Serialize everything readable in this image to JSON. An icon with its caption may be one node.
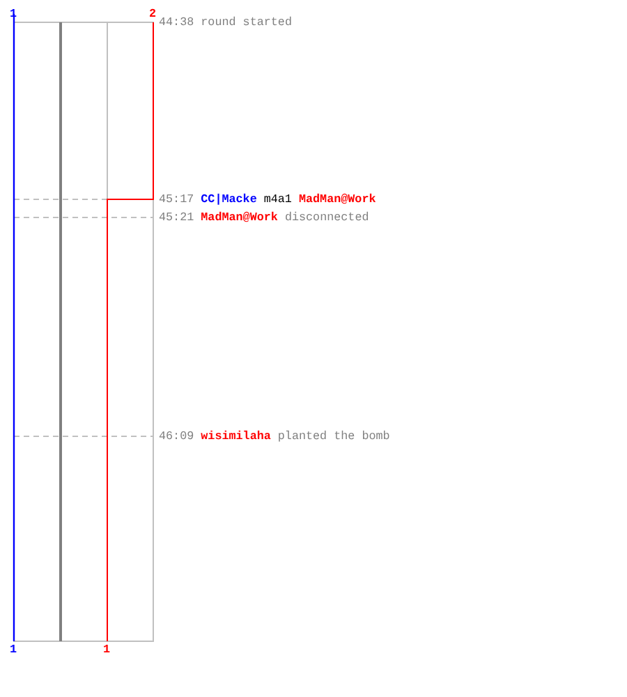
{
  "diagram": {
    "labels": [
      "1",
      "2",
      "44:38",
      "round started",
      "45:17",
      "CC|Macke",
      "m4a1",
      "MadMan@Work",
      "45:21",
      "MadMan@Work",
      "disconnected",
      "46:09",
      "wisimilaha",
      "planted the bomb",
      "1",
      "1"
    ]
  }
}
